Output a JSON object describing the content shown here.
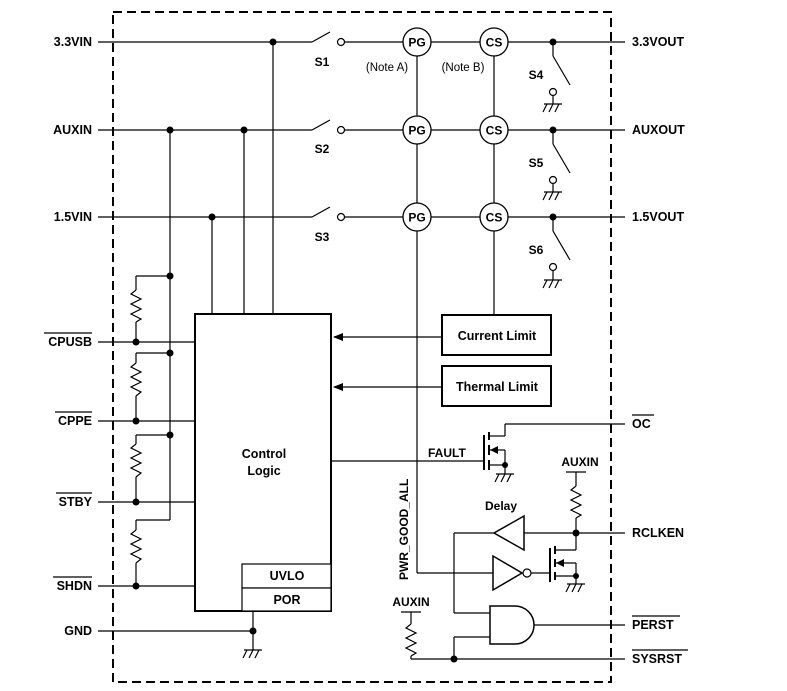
{
  "inputs": {
    "v33_in": "3.3VIN",
    "aux_in": "AUXIN",
    "v15_in": "1.5VIN",
    "cpusb": "CPUSB",
    "cppe": "CPPE",
    "stby": "STBY",
    "shdn": "SHDN",
    "gnd": "GND"
  },
  "outputs": {
    "v33_out": "3.3VOUT",
    "aux_out": "AUXOUT",
    "v15_out": "1.5VOUT",
    "oc": "OC",
    "rclken": "RCLKEN",
    "perst": "PERST",
    "sysrst": "SYSRST"
  },
  "switches": {
    "s1": "S1",
    "s2": "S2",
    "s3": "S3",
    "s4": "S4",
    "s5": "S5",
    "s6": "S6"
  },
  "monitors": {
    "pg": "PG",
    "cs": "CS",
    "note_a": "(Note A)",
    "note_b": "(Note B)"
  },
  "blocks": {
    "current_limit": "Current Limit",
    "thermal_limit": "Thermal Limit",
    "control_logic_line1": "Control",
    "control_logic_line2": "Logic",
    "uvlo": "UVLO",
    "por": "POR"
  },
  "signals": {
    "fault": "FAULT",
    "pwr_good_all": "PWR_GOOD_ALL",
    "delay": "Delay",
    "auxin_pullup_1": "AUXIN",
    "auxin_pullup_2": "AUXIN"
  }
}
